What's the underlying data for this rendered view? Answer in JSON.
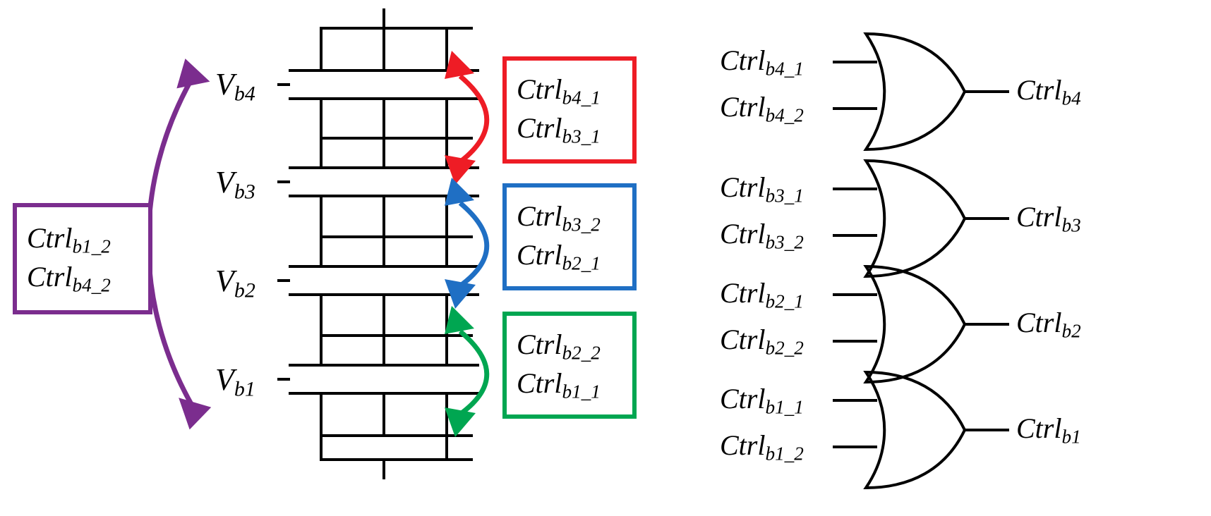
{
  "figure": {
    "type": "circuit-diagram",
    "description": "Battery stack with balancing control signal groupings and OR-gate logic"
  },
  "battery_stack": {
    "cell_labels": [
      {
        "name": "Vb4",
        "base": "V",
        "sub": "b4"
      },
      {
        "name": "Vb3",
        "base": "V",
        "sub": "b3"
      },
      {
        "name": "Vb2",
        "base": "V",
        "sub": "b2"
      },
      {
        "name": "Vb1",
        "base": "V",
        "sub": "b1"
      }
    ]
  },
  "ctrl_boxes": [
    {
      "id": "purple-box",
      "color": "#7B2D8E",
      "rows": [
        {
          "base": "Ctrl",
          "sub": "b1_2"
        },
        {
          "base": "Ctrl",
          "sub": "b4_2"
        }
      ]
    },
    {
      "id": "red-box",
      "color": "#EE1C25",
      "rows": [
        {
          "base": "Ctrl",
          "sub": "b4_1"
        },
        {
          "base": "Ctrl",
          "sub": "b3_1"
        }
      ]
    },
    {
      "id": "blue-box",
      "color": "#1F6FC4",
      "rows": [
        {
          "base": "Ctrl",
          "sub": "b3_2"
        },
        {
          "base": "Ctrl",
          "sub": "b2_1"
        }
      ]
    },
    {
      "id": "green-box",
      "color": "#00A651",
      "rows": [
        {
          "base": "Ctrl",
          "sub": "b2_2"
        },
        {
          "base": "Ctrl",
          "sub": "b1_1"
        }
      ]
    }
  ],
  "gates": [
    {
      "id": "or-gate-b4",
      "inputs": [
        {
          "base": "Ctrl",
          "sub": "b4_1"
        },
        {
          "base": "Ctrl",
          "sub": "b4_2"
        }
      ],
      "output": {
        "base": "Ctrl",
        "sub": "b4"
      }
    },
    {
      "id": "or-gate-b3",
      "inputs": [
        {
          "base": "Ctrl",
          "sub": "b3_1"
        },
        {
          "base": "Ctrl",
          "sub": "b3_2"
        }
      ],
      "output": {
        "base": "Ctrl",
        "sub": "b3"
      }
    },
    {
      "id": "or-gate-b2",
      "inputs": [
        {
          "base": "Ctrl",
          "sub": "b2_1"
        },
        {
          "base": "Ctrl",
          "sub": "b2_2"
        }
      ],
      "output": {
        "base": "Ctrl",
        "sub": "b2"
      }
    },
    {
      "id": "or-gate-b1",
      "inputs": [
        {
          "base": "Ctrl",
          "sub": "b1_1"
        },
        {
          "base": "Ctrl",
          "sub": "b1_2"
        }
      ],
      "output": {
        "base": "Ctrl",
        "sub": "b1"
      }
    }
  ],
  "arrows": [
    {
      "id": "purple-arrow",
      "color": "#7B2D8E"
    },
    {
      "id": "red-arrow",
      "color": "#EE1C25"
    },
    {
      "id": "blue-arrow",
      "color": "#1F6FC4"
    },
    {
      "id": "green-arrow",
      "color": "#00A651"
    }
  ],
  "colors": {
    "purple": "#7B2D8E",
    "red": "#EE1C25",
    "blue": "#1F6FC4",
    "green": "#00A651",
    "black": "#000000"
  }
}
